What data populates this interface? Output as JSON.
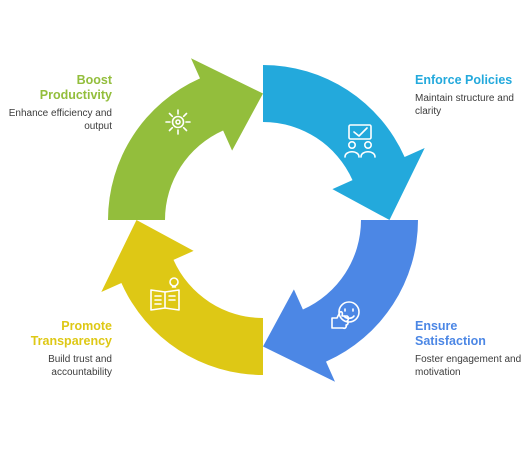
{
  "stages": [
    {
      "title": "Boost Productivity",
      "desc": "Enhance efficiency and output",
      "color": "#93be3c",
      "icon": "sun-icon"
    },
    {
      "title": "Enforce Policies",
      "desc": "Maintain structure and clarity",
      "color": "#23a9dc",
      "icon": "people-policy-icon"
    },
    {
      "title": "Ensure Satisfaction",
      "desc": "Foster engagement and motivation",
      "color": "#4c87e5",
      "icon": "smiley-thumbs-up-icon"
    },
    {
      "title": "Promote Transparency",
      "desc": "Build trust and accountability",
      "color": "#dec815",
      "icon": "book-lightbulb-icon"
    }
  ]
}
